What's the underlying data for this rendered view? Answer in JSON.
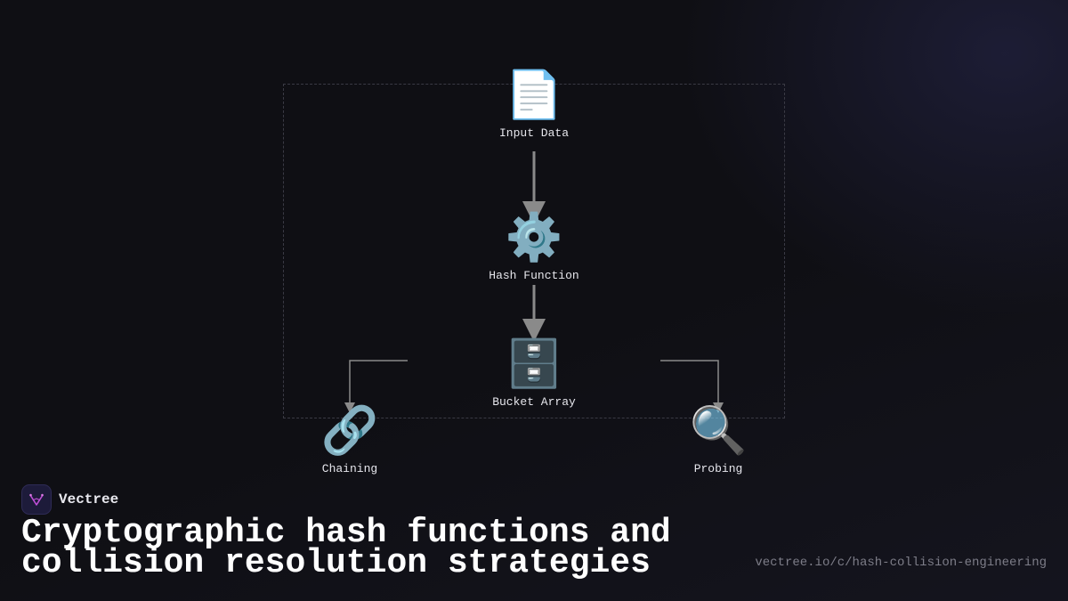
{
  "diagram": {
    "nodes": [
      {
        "id": "input-data",
        "label": "Input Data",
        "icon": "📄",
        "icon_name": "document-icon"
      },
      {
        "id": "hash-function",
        "label": "Hash Function",
        "icon": "⚙️",
        "icon_name": "gear-icon"
      },
      {
        "id": "bucket-array",
        "label": "Bucket Array",
        "icon": "🗄️",
        "icon_name": "file-cabinet-icon"
      },
      {
        "id": "chaining",
        "label": "Chaining",
        "icon": "🔗",
        "icon_name": "link-icon"
      },
      {
        "id": "probing",
        "label": "Probing",
        "icon": "🔍",
        "icon_name": "magnifier-icon"
      }
    ],
    "edges": [
      {
        "from": "input-data",
        "to": "hash-function"
      },
      {
        "from": "hash-function",
        "to": "bucket-array"
      },
      {
        "from": "bucket-array",
        "to": "chaining"
      },
      {
        "from": "bucket-array",
        "to": "probing"
      }
    ]
  },
  "brand": {
    "name": "Vectree",
    "logo_icon": "vectree-logo-icon"
  },
  "title": "Cryptographic hash functions and collision resolution strategies",
  "source_url": "vectree.io/c/hash-collision-engineering",
  "colors": {
    "background": "#0f0f14",
    "connector": "#8a8a8a",
    "frame": "#3a3a44",
    "logo_accent": "#c04fd8",
    "url": "#7d7d88"
  }
}
